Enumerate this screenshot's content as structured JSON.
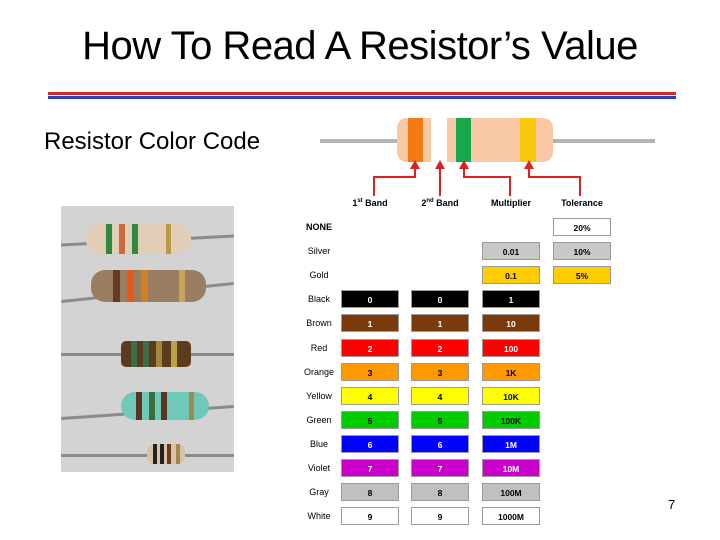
{
  "title": "How To Read A Resistor’s Value",
  "subtitle": "Resistor Color Code",
  "page_number": "7",
  "diagram": {
    "band1_color": "#f47a14",
    "band2_color": "#ffffff",
    "band3_color": "#17a84a",
    "band4_color": "#f9c80e",
    "body_color": "#f9c9a5",
    "headers": {
      "band1": "1st Band",
      "band1_main": "1",
      "band1_sup": "st",
      "band1_rest": " Band",
      "band2_main": "2",
      "band2_sup": "nd",
      "band2_rest": " Band",
      "multiplier": "Multiplier",
      "tolerance": "Tolerance"
    }
  },
  "table": {
    "rows": [
      {
        "label": "NONE",
        "label_bold": true,
        "band1": "",
        "band2": "",
        "multiplier": "",
        "tolerance": "20%",
        "color": "#ffffff",
        "tol_color": "#ffffff",
        "text": "#000000"
      },
      {
        "label": "Silver",
        "band1": "",
        "band2": "",
        "multiplier": "0.01",
        "tolerance": "10%",
        "color": "#c8c8c8",
        "tol_color": "#c8c8c8",
        "text": "#000000"
      },
      {
        "label": "Gold",
        "band1": "",
        "band2": "",
        "multiplier": "0.1",
        "tolerance": "5%",
        "color": "#ffcc00",
        "tol_color": "#ffcc00",
        "text": "#000000"
      },
      {
        "label": "Black",
        "band1": "0",
        "band2": "0",
        "multiplier": "1",
        "tolerance": "",
        "color": "#000000",
        "text": "#ffffff"
      },
      {
        "label": "Brown",
        "band1": "1",
        "band2": "1",
        "multiplier": "10",
        "tolerance": "",
        "color": "#7a3a0c",
        "text": "#ffffff"
      },
      {
        "label": "Red",
        "band1": "2",
        "band2": "2",
        "multiplier": "100",
        "tolerance": "",
        "color": "#ff0000",
        "text": "#ffffff"
      },
      {
        "label": "Orange",
        "band1": "3",
        "band2": "3",
        "multiplier": "1K",
        "tolerance": "",
        "color": "#ff9900",
        "text": "#000000"
      },
      {
        "label": "Yellow",
        "band1": "4",
        "band2": "4",
        "multiplier": "10K",
        "tolerance": "",
        "color": "#ffff00",
        "text": "#000000"
      },
      {
        "label": "Green",
        "band1": "5",
        "band2": "5",
        "multiplier": "100K",
        "tolerance": "",
        "color": "#00cc00",
        "text": "#000000"
      },
      {
        "label": "Blue",
        "band1": "6",
        "band2": "6",
        "multiplier": "1M",
        "tolerance": "",
        "color": "#0000ff",
        "text": "#ffffff"
      },
      {
        "label": "Violet",
        "band1": "7",
        "band2": "7",
        "multiplier": "10M",
        "tolerance": "",
        "color": "#cc00cc",
        "text": "#ffffff"
      },
      {
        "label": "Gray",
        "band1": "8",
        "band2": "8",
        "multiplier": "100M",
        "tolerance": "",
        "color": "#c0c0c0",
        "text": "#000000"
      },
      {
        "label": "White",
        "band1": "9",
        "band2": "9",
        "multiplier": "1000M",
        "tolerance": "",
        "color": "#ffffff",
        "text": "#000000"
      }
    ]
  },
  "colors": {
    "rule_red": "#d22a2a",
    "rule_blue": "#2a3fb8",
    "arrow": "#e02020"
  }
}
